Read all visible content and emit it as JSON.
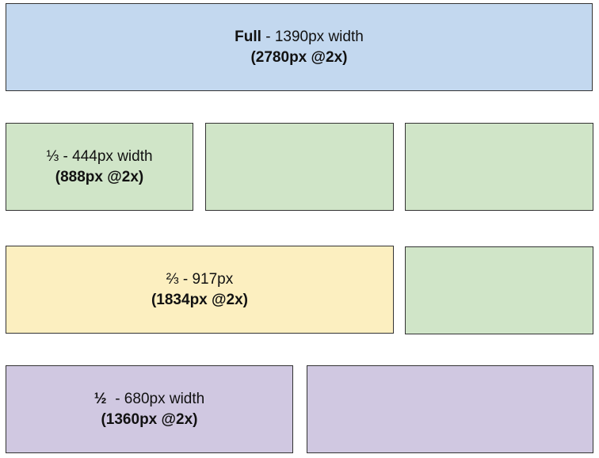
{
  "colors": {
    "full": "#c3d8ef",
    "third": "#d0e5c8",
    "two_thirds": "#fcefc0",
    "half": "#d0c8e1",
    "border": "#333333"
  },
  "boxes": {
    "full": {
      "bold": "Full",
      "rest": " - 1390px width",
      "line2": "(2780px @2x)"
    },
    "third": {
      "bold": "",
      "rest": "⅓ - 444px width",
      "line2": "(888px @2x)"
    },
    "two_thirds": {
      "bold": "",
      "rest": "⅔ - 917px",
      "line2": "(1834px @2x)"
    },
    "half": {
      "bold": "½",
      "rest": "  - 680px width",
      "line2": "(1360px @2x)"
    }
  }
}
